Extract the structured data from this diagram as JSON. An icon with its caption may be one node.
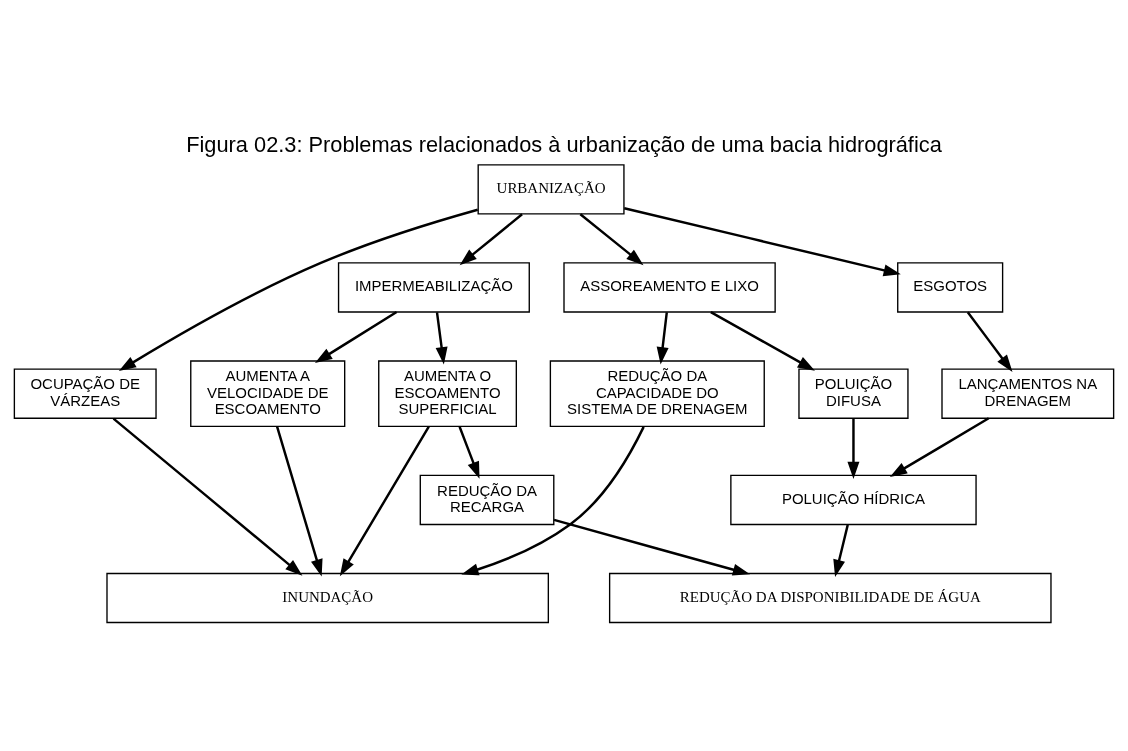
{
  "diagram": {
    "title": "Figura 02.3: Problemas relacionados à urbanização de uma bacia hidrográfica",
    "nodes": [
      {
        "text": [
          "URBANIZAÇÃO"
        ]
      },
      {
        "text": [
          "IMPERMEABILIZAÇÃO"
        ]
      },
      {
        "text": [
          "ASSOREAMENTO E LIXO"
        ]
      },
      {
        "text": [
          "ESGOTOS"
        ]
      },
      {
        "text": [
          "AUMENTA A VELOCIDADE DE ESCOAMENTO"
        ]
      },
      {
        "text": [
          "AUMENTA O ESCOAMENTO SUPERFICIAL"
        ]
      },
      {
        "text": [
          "REDUÇÃO DA CAPACIDADE DO SISTEMA DE DRENAGEM"
        ]
      },
      {
        "text": [
          "POLUIÇÃO DIFUSA"
        ]
      },
      {
        "text": [
          "LANÇAMENTOS NA DRENAGEM"
        ]
      },
      {
        "text": [
          "REDUÇÃO DA RECARGA"
        ]
      },
      {
        "text": [
          "POLUIÇÃO HÍDRICA"
        ]
      },
      {
        "text": [
          "OCUPAÇÃO DE VÁRZEAS"
        ]
      },
      {
        "text": [
          "INUNDAÇÃO"
        ]
      },
      {
        "text": [
          "REDUÇÃO DA DISPONIBILIDADE DE ÁGUA"
        ]
      }
    ],
    "edges": [
      {
        "from": 0,
        "to": 1,
        "arrow": "to"
      },
      {
        "from": 0,
        "to": 11,
        "arrow": "to"
      },
      {
        "from": 0,
        "to": 2,
        "arrow": "to"
      },
      {
        "from": 0,
        "to": 3,
        "arrow": "to"
      },
      {
        "from": 1,
        "to": 4,
        "arrow": "to"
      },
      {
        "from": 1,
        "to": 5,
        "arrow": "to"
      },
      {
        "from": 2,
        "to": 6,
        "arrow": "to"
      },
      {
        "from": 2,
        "to": 7,
        "arrow": "to"
      },
      {
        "from": 3,
        "to": 8,
        "arrow": "to"
      },
      {
        "from": 5,
        "to": 9,
        "arrow": "to"
      },
      {
        "from": 7,
        "to": 10,
        "arrow": "to"
      },
      {
        "from": 8,
        "to": 10,
        "arrow": "to"
      },
      {
        "from": 9,
        "to": 13,
        "arrow": "to"
      },
      {
        "from": 4,
        "to": 12,
        "arrow": "to"
      },
      {
        "from": 5,
        "to": 12,
        "arrow": "to"
      },
      {
        "from": 11,
        "to": 12,
        "arrow": "to"
      },
      {
        "from": 6,
        "to": 12,
        "arrow": "to"
      },
      {
        "from": 10,
        "to": 13,
        "arrow": "to"
      }
    ]
  }
}
